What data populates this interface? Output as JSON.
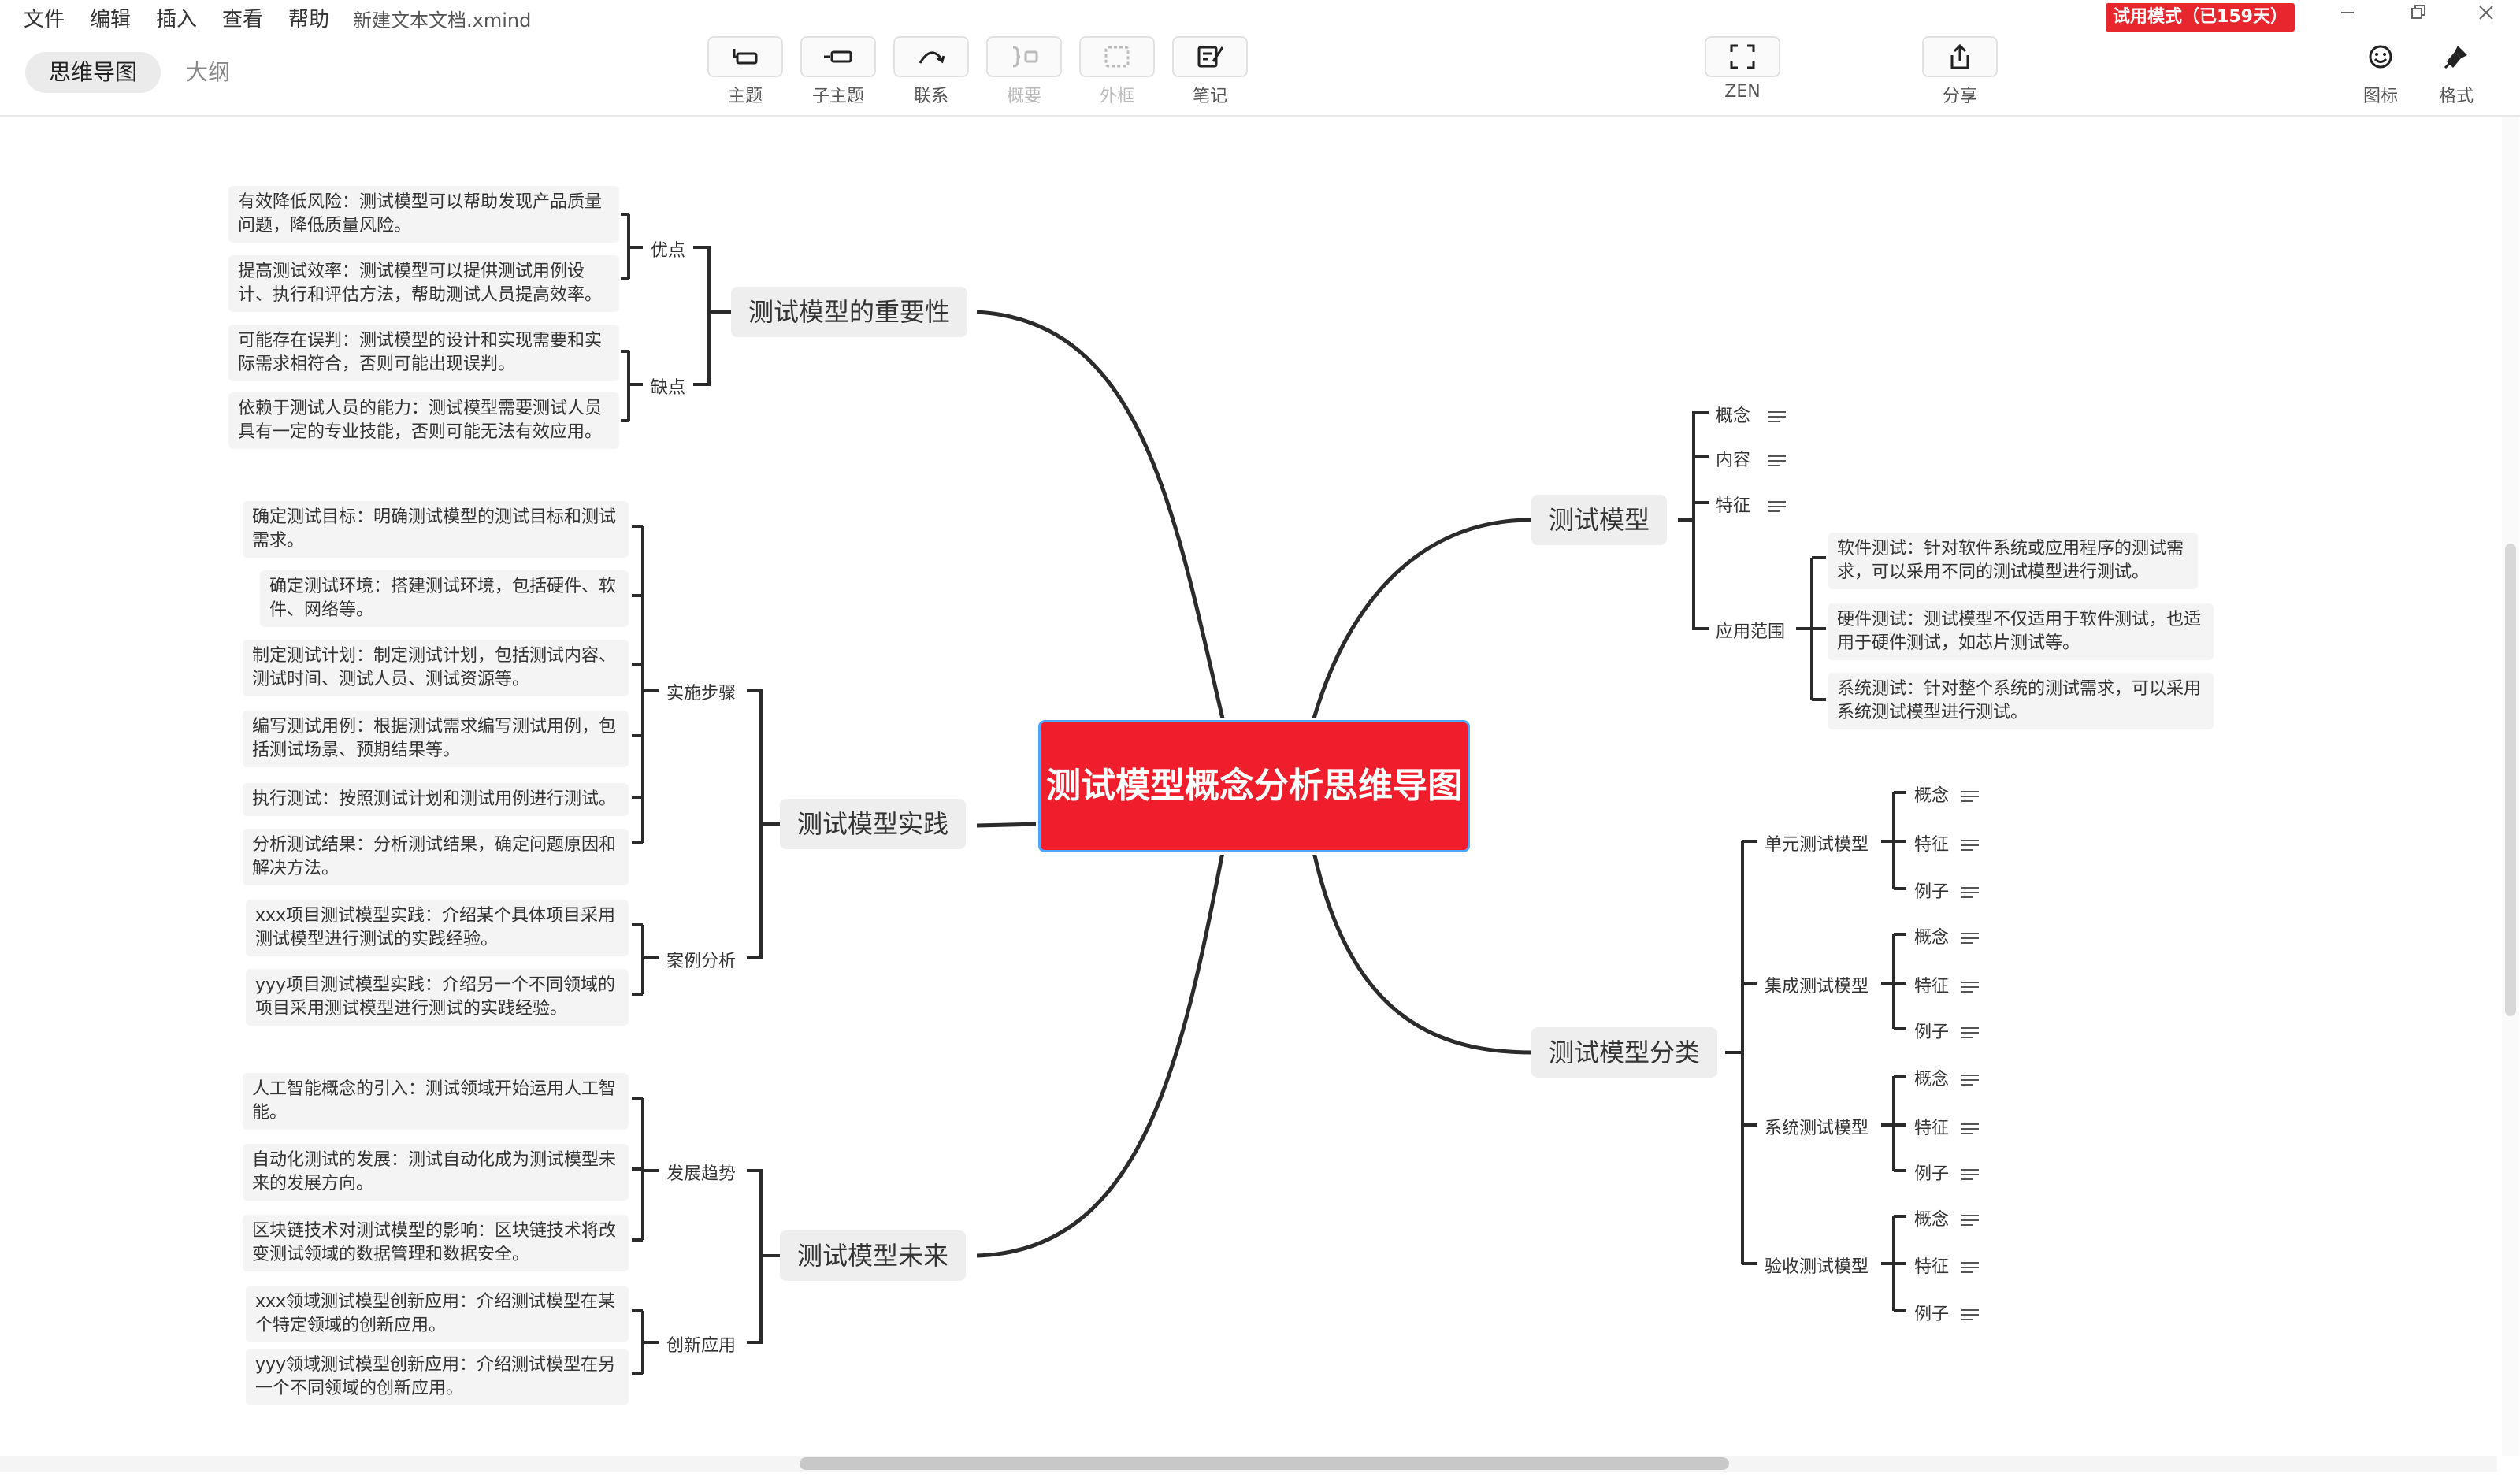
{
  "menu": {
    "file": "文件",
    "edit": "编辑",
    "insert": "插入",
    "view": "查看",
    "help": "帮助"
  },
  "file_title": "新建文本文档.xmind",
  "trial_badge": "试用模式（已159天）",
  "window": {
    "minimize_icon": "minimize-icon",
    "restore_icon": "restore-icon",
    "close_icon": "close-icon"
  },
  "view_tabs": {
    "mindmap": "思维导图",
    "outline": "大纲"
  },
  "tools": {
    "topic": "主题",
    "subtopic": "子主题",
    "relation": "联系",
    "summary": "概要",
    "boundary": "外框",
    "note": "笔记",
    "zen": "ZEN",
    "share": "分享",
    "icon": "图标",
    "format": "格式"
  },
  "colors": {
    "central_fill": "#f01e2c",
    "central_border": "#4ea6ff",
    "trial": "#e8262d",
    "branch_line": "#2b2b2b"
  },
  "central": "测试模型概念分析思维导图",
  "left": {
    "importance": {
      "title": "测试模型的重要性",
      "pros": {
        "label": "优点",
        "items": [
          "有效降低风险：测试模型可以帮助发现产品质量问题，降低质量风险。",
          "提高测试效率：测试模型可以提供测试用例设计、执行和评估方法，帮助测试人员提高效率。"
        ]
      },
      "cons": {
        "label": "缺点",
        "items": [
          "可能存在误判：测试模型的设计和实现需要和实际需求相符合，否则可能出现误判。",
          "依赖于测试人员的能力：测试模型需要测试人员具有一定的专业技能，否则可能无法有效应用。"
        ]
      }
    },
    "practice": {
      "title": "测试模型实践",
      "steps": {
        "label": "实施步骤",
        "items": [
          "确定测试目标：明确测试模型的测试目标和测试需求。",
          "确定测试环境：搭建测试环境，包括硬件、软件、网络等。",
          "制定测试计划：制定测试计划，包括测试内容、测试时间、测试人员、测试资源等。",
          "编写测试用例：根据测试需求编写测试用例，包括测试场景、预期结果等。",
          "执行测试：按照测试计划和测试用例进行测试。",
          "分析测试结果：分析测试结果，确定问题原因和解决方法。"
        ]
      },
      "cases": {
        "label": "案例分析",
        "items": [
          "xxx项目测试模型实践：介绍某个具体项目采用测试模型进行测试的实践经验。",
          "yyy项目测试模型实践：介绍另一个不同领域的项目采用测试模型进行测试的实践经验。"
        ]
      }
    },
    "future": {
      "title": "测试模型未来",
      "trends": {
        "label": "发展趋势",
        "items": [
          "人工智能概念的引入：测试领域开始运用人工智能。",
          "自动化测试的发展：测试自动化成为测试模型未来的发展方向。",
          "区块链技术对测试模型的影响：区块链技术将改变测试领域的数据管理和数据安全。"
        ]
      },
      "innovation": {
        "label": "创新应用",
        "items": [
          "xxx领域测试模型创新应用：介绍测试模型在某个特定领域的创新应用。",
          "yyy领域测试模型创新应用：介绍测试模型在另一个不同领域的创新应用。"
        ]
      }
    }
  },
  "right": {
    "model": {
      "title": "测试模型",
      "concept": "概念",
      "content": "内容",
      "feature": "特征",
      "scope": {
        "label": "应用范围",
        "items": [
          "软件测试：针对软件系统或应用程序的测试需求，可以采用不同的测试模型进行测试。",
          "硬件测试：测试模型不仅适用于软件测试，也适用于硬件测试，如芯片测试等。",
          "系统测试：针对整个系统的测试需求，可以采用系统测试模型进行测试。"
        ]
      }
    },
    "classify": {
      "title": "测试模型分类",
      "groups": [
        {
          "label": "单元测试模型",
          "children": [
            "概念",
            "特征",
            "例子"
          ]
        },
        {
          "label": "集成测试模型",
          "children": [
            "概念",
            "特征",
            "例子"
          ]
        },
        {
          "label": "系统测试模型",
          "children": [
            "概念",
            "特征",
            "例子"
          ]
        },
        {
          "label": "验收测试模型",
          "children": [
            "概念",
            "特征",
            "例子"
          ]
        }
      ]
    }
  }
}
